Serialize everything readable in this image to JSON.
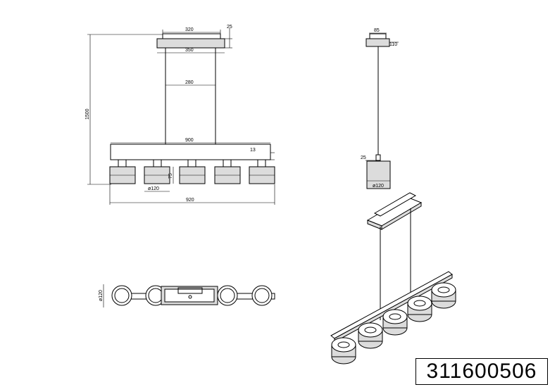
{
  "front_view": {
    "canopy_width_top": "320",
    "canopy_height": "25",
    "canopy_width": "350",
    "cable_spacing": "280",
    "total_height": "1500",
    "bar_length": "900",
    "bar_height": "13",
    "shade_height": "75",
    "shade_diameter": "ø120",
    "total_length": "920"
  },
  "side_view": {
    "canopy_width": "85",
    "canopy_height": "110",
    "stem_height": "25",
    "shade_diameter": "ø120"
  },
  "top_view": {
    "shade_diameter": "ø120"
  },
  "product_code": "311600506"
}
